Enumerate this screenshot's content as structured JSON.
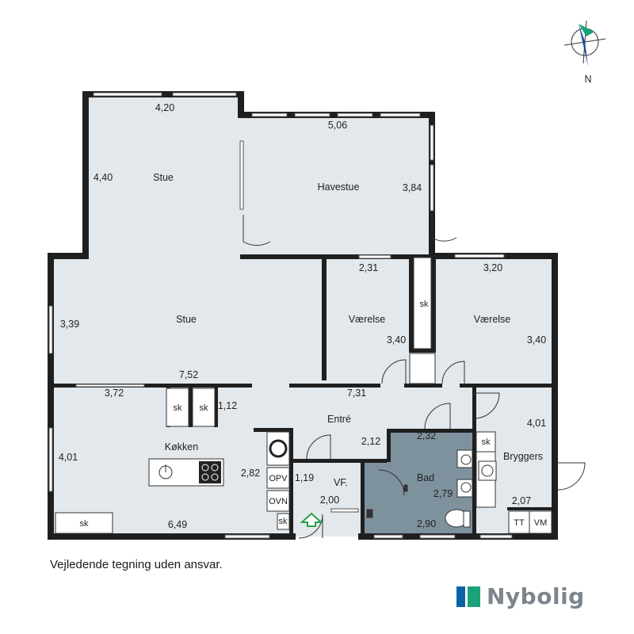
{
  "compass": {
    "label": "N"
  },
  "rooms": {
    "stue_upper": "Stue",
    "stue_lower": "Stue",
    "havestue": "Havestue",
    "vaerelse_left": "Værelse",
    "vaerelse_right": "Værelse",
    "koekken": "Køkken",
    "entre": "Entré",
    "bad": "Bad",
    "bryggers": "Bryggers",
    "vf": "VF."
  },
  "dimensions": {
    "stue_top_width": "4,20",
    "stue_top_depth": "4,40",
    "havestue_width": "5,06",
    "havestue_depth": "3,84",
    "stue_lower_depth": "3,39",
    "stue_lower_width": "7,52",
    "vaerelse_left_width": "2,31",
    "vaerelse_left_depth": "3,40",
    "vaerelse_right_width": "3,20",
    "vaerelse_right_depth": "3,40",
    "koekken_width_top": "3,72",
    "closet_width": "1,12",
    "entre_width": "7,31",
    "entre_depth": "2,12",
    "koekken_depth": "4,01",
    "koekken_island": "2,82",
    "koekken_width_bottom": "6,49",
    "vf_depth": "1,19",
    "vf_width": "2,00",
    "bad_width_top": "2,32",
    "bad_depth": "2,79",
    "bad_width_bottom": "2,90",
    "bryggers_depth": "4,01",
    "bryggers_width": "2,07"
  },
  "fixtures": {
    "sk_closet_middle": "sk",
    "sk_hall_1": "sk",
    "sk_hall_2": "sk",
    "sk_kitchen": "sk",
    "sk_small": "sk",
    "sk_bryggers": "sk",
    "opv": "OPV",
    "ovn": "OVN",
    "tt": "TT",
    "vm": "VM"
  },
  "footer": {
    "disclaimer": "Vejledende tegning uden ansvar.",
    "brand": "Nybolig"
  },
  "colors": {
    "floor": "#e3e8ec",
    "bath_floor": "#7e929e",
    "wall": "#1f1f1f",
    "brand_blue": "#0b63a6",
    "brand_green": "#1aa37a"
  }
}
